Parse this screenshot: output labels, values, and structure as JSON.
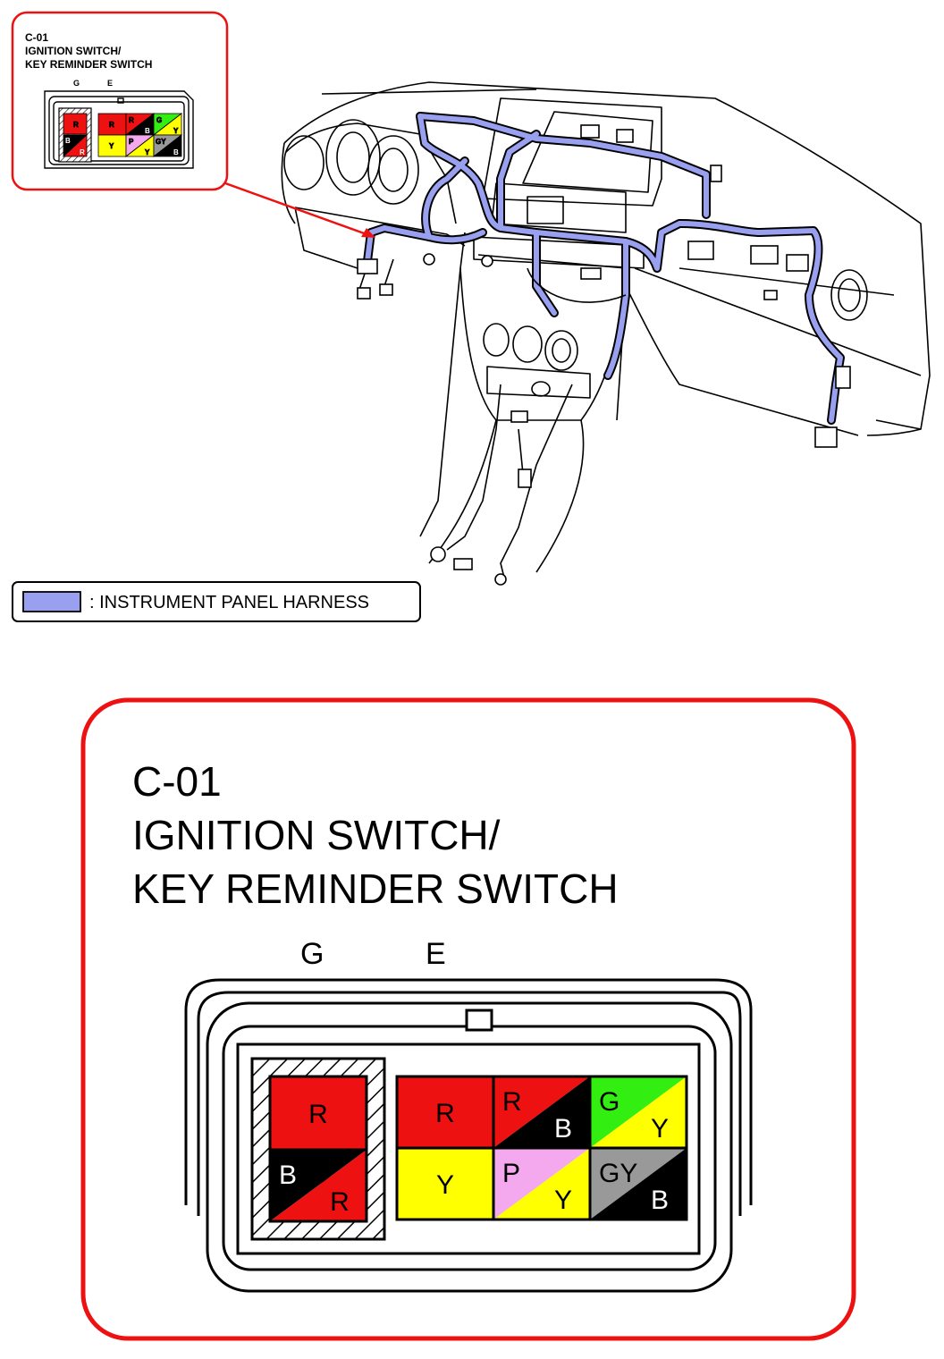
{
  "callout_small": {
    "code": "C-01",
    "title_line1": "IGNITION SWITCH/",
    "title_line2": "KEY REMINDER SWITCH",
    "terminal_g": "G",
    "terminal_e": "E"
  },
  "legend": {
    "text": ": INSTRUMENT PANEL HARNESS",
    "swatch_color": "#9aa0f0"
  },
  "connector_detail": {
    "code": "C-01",
    "title_line1": "IGNITION SWITCH/",
    "title_line2": "KEY REMINDER SWITCH",
    "terminal_g": "G",
    "terminal_e": "E",
    "left_pins": {
      "top": {
        "primary": "R"
      },
      "bottom": {
        "primary": "B",
        "stripe": "R"
      }
    },
    "right_pins": [
      {
        "primary": "R"
      },
      {
        "primary": "R",
        "stripe": "B"
      },
      {
        "primary": "G",
        "stripe": "Y"
      },
      {
        "primary": "Y"
      },
      {
        "primary": "P",
        "stripe": "Y"
      },
      {
        "primary": "GY",
        "stripe": "B"
      }
    ]
  },
  "colors": {
    "callout_border": "#ee1111",
    "harness": "#9aa0f0",
    "red": "#ee1111",
    "black": "#000000",
    "green": "#33ee11",
    "yellow": "#ffff00",
    "pink": "#f4a8ee",
    "gray": "#999999"
  }
}
